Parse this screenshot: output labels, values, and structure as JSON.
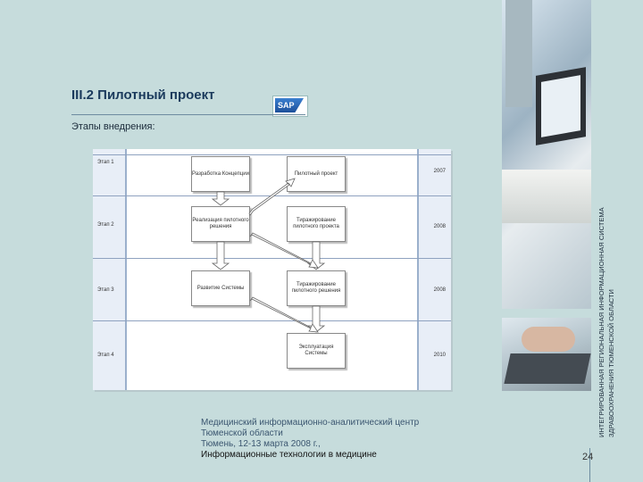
{
  "slide": {
    "title": "III.2 Пилотный проект",
    "subtitle": "Этапы внедрения:",
    "logo": "SAP"
  },
  "diagram": {
    "stages": [
      "Этап 1",
      "Этап 2",
      "Этап 3",
      "Этап 4"
    ],
    "years": [
      "2007",
      "2008",
      "2008",
      "2010"
    ],
    "boxes": [
      "Разработка Концепции",
      "Пилотный проект",
      "Реализация пилотного решения",
      "Тиражирование пилотного проекта",
      "Развитие Системы",
      "Тиражирование пилотного решения",
      "Эксплуатация Системы"
    ]
  },
  "footer": {
    "line1": "Медицинский информационно-аналитический центр",
    "line2": "Тюменской области",
    "line3": "Тюмень, 12-13 марта 2008 г.,",
    "line4": "Информационные технологии в медицине",
    "page_number": "24"
  },
  "side_caption": {
    "line1": "ИНТЕГРИРОВАННАЯ РЕГИОНАЛЬНАЯ ИНФОРМАЦИОННАЯ СИСТЕМА",
    "line2": "ЗДРАВООХРАНЕНИЯ ТЮМЕНСКОЙ ОБЛАСТИ"
  },
  "colors": {
    "background": "#c6dcdc",
    "title": "#1a3a5c",
    "accent": "#d36b1a"
  }
}
